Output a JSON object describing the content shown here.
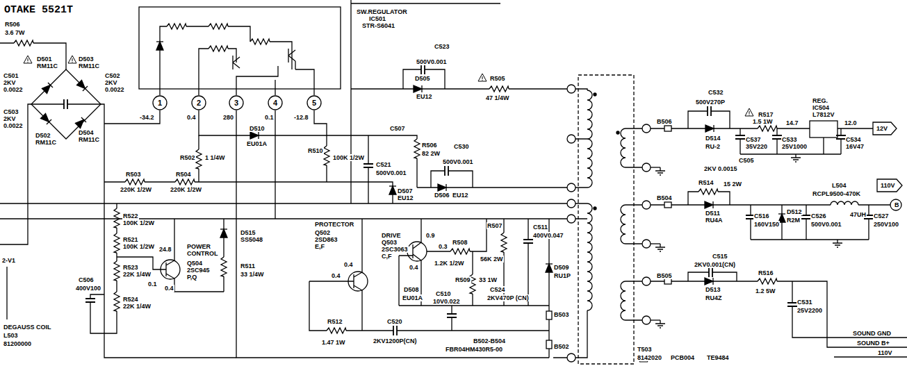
{
  "diagram": {
    "title": "OTAKE 5521T",
    "nodes": [
      {
        "text": [
          "1"
        ]
      },
      {
        "text": [
          "2"
        ]
      },
      {
        "text": [
          "3"
        ]
      },
      {
        "text": [
          "4"
        ]
      },
      {
        "text": [
          "5"
        ]
      }
    ],
    "labels": [
      "R506",
      "3.6 7W",
      "D501",
      "RM11C",
      "D503",
      "RM11C",
      "C501",
      "2KV",
      "0.0022",
      "C502",
      "2KV",
      "0.0022",
      "C503",
      "2KV",
      "0.0022",
      "D502",
      "RM11C",
      "D504",
      "RM11C",
      "SW.REGULATOR",
      "IC501",
      "STR-S6041",
      "-34.2",
      "0.4",
      "280",
      "0.1",
      "-12.8",
      "C523",
      "500V0.001",
      "D505",
      "EU12",
      "R505",
      "47 1/4W",
      "R502",
      "1 1/4W",
      "D510",
      "EU01A",
      "R510",
      "100K 1/2W",
      "C521",
      "500V0.001",
      "C507",
      "D507",
      "EU12",
      "R506",
      "82 2W",
      "C530",
      "500V0.001",
      "D506",
      "EU12",
      "R503",
      "220K 1/2W",
      "R504",
      "220K 1/2W",
      "R522",
      "100K 1/2W",
      "R521",
      "100K 1/2W",
      "R523",
      "22K 1/4W",
      "C506",
      "400V100",
      "R524",
      "22K 1/4W",
      "D515",
      "SS5048",
      "R511",
      "33 1/4W",
      "POWER CONTROL",
      "Q504",
      "2SC945",
      "P,Q",
      "24.8",
      "0.1",
      "0.4",
      "PROTECTOR",
      "Q502",
      "2SD863",
      "E,F",
      "DRIVE",
      "Q503",
      "2SC3063",
      "C,F",
      "0.9",
      "0.4",
      "0.4",
      "0.3",
      "0.4",
      "R508",
      "1.2K 1/2W",
      "R509",
      "33 1W",
      "C510",
      "10V0.022",
      "D508",
      "EU01A",
      "C524",
      "2KV470P (CN)",
      "R507",
      "56K 2W",
      "C511",
      "400V0.047",
      "D509",
      "RU1P",
      "B503",
      "B502",
      "C520",
      "2KV1200P(CN)",
      "B502-B504",
      "FBR04HM430R5-00",
      "R512",
      "1.47 1W",
      "T503",
      "8142020",
      "PCB004",
      "TE9484",
      "B506",
      "C532",
      "500V270P",
      "D514",
      "RU-2",
      "R517",
      "1.5 1W",
      "14.7",
      "REG.",
      "IC504",
      "L7812V",
      "12.0",
      "12V",
      "C537",
      "35V220",
      "C533",
      "25V1000",
      "C534",
      "16V47",
      "C505",
      "2KV 0.0015",
      "B504",
      "R514",
      "15 2W",
      "D511",
      "RU4A",
      "C516",
      "160V150",
      "D512",
      "R2M",
      "C526",
      "500V0.001",
      "L504",
      "RCPL9500-470K",
      "47UH",
      "C527",
      "250V100",
      "110V",
      "B",
      "B505",
      "C515",
      "2KV0.001(CN)",
      "D513",
      "RU4Z",
      "R516",
      "1.2 5W",
      "C531",
      "25V2200",
      "SOUND GND",
      "SOUND B+",
      "110V",
      "DEGAUSS COIL",
      "L503",
      "81200000",
      "2-V1"
    ]
  }
}
